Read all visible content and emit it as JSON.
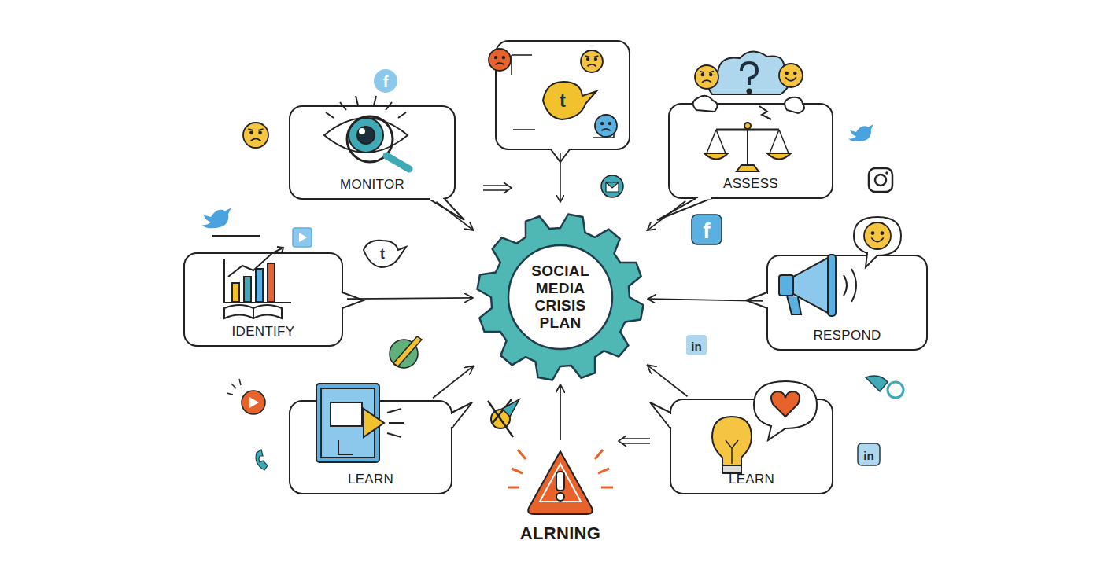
{
  "diagram": {
    "nodes": [
      {
        "text": [
          "MONITOR"
        ]
      },
      {
        "text": [
          "ASSESS"
        ]
      },
      {
        "text": [
          "IDENTIFY"
        ]
      },
      {
        "text": [
          "SOCIAL MEDIA CRISIS PLAN"
        ]
      },
      {
        "text": [
          "RESPOND"
        ]
      },
      {
        "text": [
          "LEARN"
        ]
      },
      {
        "text": [
          "LEARN"
        ]
      },
      {
        "text": [
          "ALRNING"
        ]
      }
    ],
    "edges": [
      {
        "from": 0,
        "to": 3,
        "arrow": "to"
      },
      {
        "from": 1,
        "to": 3,
        "arrow": "to"
      },
      {
        "from": 2,
        "to": 3,
        "arrow": "to"
      },
      {
        "from": 4,
        "to": 3,
        "arrow": "to"
      },
      {
        "from": 5,
        "to": 3,
        "arrow": "to"
      },
      {
        "from": 6,
        "to": 3,
        "arrow": "to"
      },
      {
        "from": 7,
        "to": 3,
        "arrow": "to"
      }
    ],
    "labels": [
      "f",
      "t",
      "f",
      "t",
      "in",
      "in"
    ]
  }
}
